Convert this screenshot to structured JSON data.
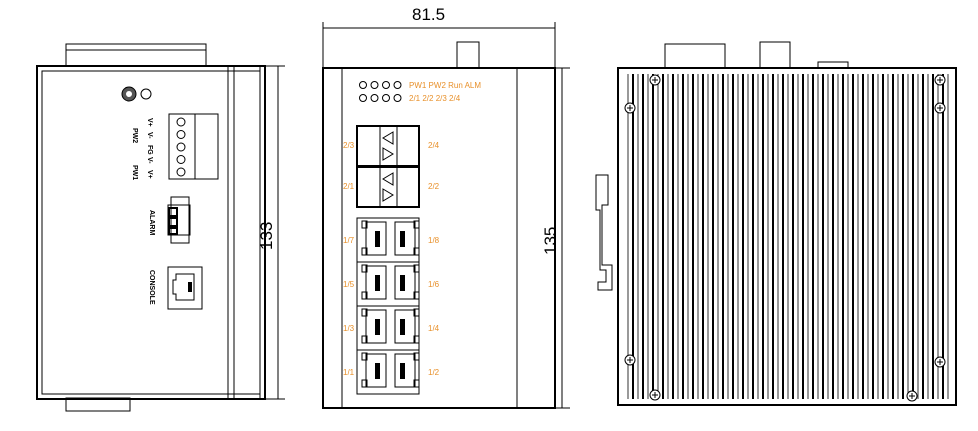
{
  "dimensions": {
    "width": "81.5",
    "side_height": "133",
    "front_height": "135"
  },
  "side_view": {
    "labels": [
      "PW2",
      "PW1",
      "ALARM",
      "CONSOLE"
    ],
    "terminal_pins": [
      "V+",
      "V-",
      "FG",
      "V-",
      "V+"
    ]
  },
  "front_view": {
    "led_row1": "PW1 PW2 Run ALM",
    "led_row2": "2/1 2/2 2/3 2/4",
    "fiber_ports": [
      {
        "left": "2/3",
        "right": "2/4"
      },
      {
        "left": "2/1",
        "right": "2/2"
      }
    ],
    "rj45_ports": [
      {
        "left": "1/7",
        "right": "1/8"
      },
      {
        "left": "1/5",
        "right": "1/6"
      },
      {
        "left": "1/3",
        "right": "1/4"
      },
      {
        "left": "1/1",
        "right": "1/2"
      }
    ]
  },
  "colors": {
    "label": "#e8902a",
    "line": "#000000"
  }
}
